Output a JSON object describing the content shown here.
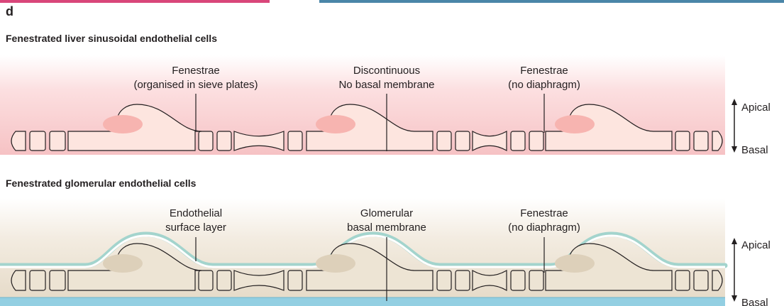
{
  "panel_letter": "d",
  "liver": {
    "title": "Fenestrated liver sinusoidal endothelial cells",
    "labels": [
      [
        "Fenestrae",
        "(organised in sieve plates)"
      ],
      [
        "Discontinuous",
        "No basal membrane"
      ],
      [
        "Fenestrae",
        "(no diaphragm)"
      ]
    ],
    "apical": "Apical",
    "basal": "Basal"
  },
  "glomerular": {
    "title": "Fenestrated glomerular endothelial cells",
    "labels": [
      [
        "Endothelial",
        "surface layer"
      ],
      [
        "Glomerular",
        "basal membrane"
      ],
      [
        "Fenestrae",
        "(no diaphragm)"
      ]
    ],
    "apical": "Apical",
    "basal": "Basal"
  },
  "colors": {
    "liver_cell_fill": "#fde5df",
    "liver_nucleus": "#f7b4b0",
    "glom_cell_fill": "#ede4d4",
    "glom_nucleus": "#ddd0ba",
    "surface_layer": "#a3d4cd",
    "basal_membrane": "#93cfe2",
    "outline": "#231f20"
  }
}
